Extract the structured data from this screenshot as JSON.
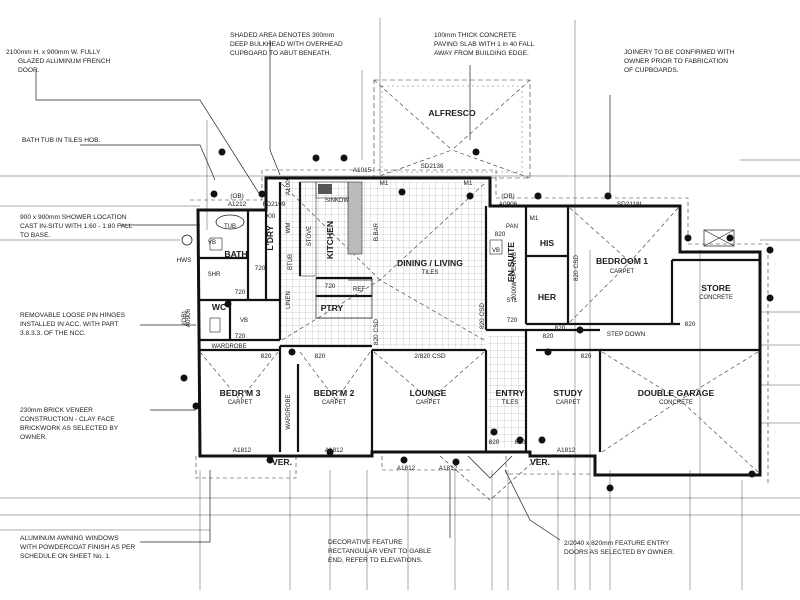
{
  "notes": {
    "french_door": [
      "2100mm H. x 900mm W. FULLY",
      "GLAZED ALUMINUM FRENCH",
      "DOOR."
    ],
    "bulkhead": [
      "SHADED AREA DENOTES 300mm",
      "DEEP BULKHEAD WITH OVERHEAD",
      "CUPBOARD TO ABUT BENEATH."
    ],
    "paving": [
      "100mm THICK CONCRETE",
      "PAVING SLAB WITH 1 in 40 FALL",
      "AWAY FROM BUILDING EDGE."
    ],
    "joinery": [
      "JOINERY TO BE CONFIRMED WITH",
      "OWNER PRIOR TO FABRICATION",
      "OF CUPBOARDS."
    ],
    "bath_tub": [
      "BATH TUB IN TILES HOB."
    ],
    "shower": [
      "900 x 900mm SHOWER LOCATION",
      "CAST IN-SITU WITH 1:60 - 1:80 FALL",
      "TO BASE."
    ],
    "hinges": [
      "REMOVABLE LOOSE PIN HINGES",
      "INSTALLED IN ACC. WITH PART",
      "3.8.3.3. OF THE NCC."
    ],
    "brick": [
      "230mm BRICK VENEER",
      "CONSTRUCTION - CLAY FACE",
      "BRICKWORK AS SELECTED BY",
      "OWNER."
    ],
    "windows": [
      "ALUMINUM AWNING WINDOWS",
      "WITH POWDERCOAT FINISH AS PER",
      "SCHEDULE ON SHEET No. 1."
    ],
    "vent": [
      "DECORATIVE FEATURE",
      "RECTANGULAR VENT TO GABLE",
      "END, REFER TO ELEVATIONS."
    ],
    "entry_doors": [
      "2/2040 x 820mm FEATURE ENTRY",
      "DOORS AS SELECTED BY OWNER."
    ]
  },
  "rooms": {
    "alfresco": "ALFRESCO",
    "bath": "BATH",
    "ldry": "L'DRY",
    "kitchen": "KITCHEN",
    "dining": "DINING / LIVING",
    "dining_sub": "TILES",
    "ensuite": "EN-SUITE",
    "his": "HIS",
    "her": "HER",
    "bedroom1": "BEDROOM 1",
    "bedroom1_sub": "CARPET",
    "store": "STORE",
    "store_sub": "CONCRETE",
    "wc": "WC",
    "ptry": "PTRY",
    "ref": "REF",
    "wardrobe": "WARDROBE",
    "wardrobe2": "WARDROBE",
    "linen": "LINEN",
    "bed3": "BEDR'M 3",
    "bed3_sub": "CARPET",
    "bed2": "BEDR'M 2",
    "bed2_sub": "CARPET",
    "lounge": "LOUNGE",
    "lounge_sub": "CARPET",
    "entry": "ENTRY",
    "entry_sub": "TILES",
    "study": "STUDY",
    "study_sub": "CARPET",
    "garage": "DOUBLE GARAGE",
    "garage_sub": "CONCRETE",
    "ver_left": "VER.",
    "ver_right": "VER."
  },
  "labels": {
    "sd2136": "SD2136",
    "a1015": "A1015",
    "m1a": "M1",
    "m1b": "M1",
    "m1c": "M1",
    "ob1": "(OB)",
    "ob2": "(OB)",
    "ob3": "(OB)",
    "a0906": "A0906",
    "a1212": "A1212",
    "fd2109": "FD2109",
    "a1009": "A1009",
    "sd2118l": "SD2118L",
    "sink": "SINK",
    "dw": "DW",
    "wm": "WM",
    "tub": "TUB",
    "vb1": "VB",
    "vb2": "VB",
    "vb3": "VB",
    "shr": "SHR",
    "pan": "PAN",
    "hws": "HWS",
    "stove": "STOVE",
    "btub": "BTUB",
    "bbar": "B.BAR",
    "a0906b": "A0906",
    "d720a": "720",
    "d720b": "720",
    "d720c": "720",
    "d720d": "720",
    "d720e": "720",
    "d820a": "820",
    "d820b": "820",
    "d820c": "820",
    "d820d": "820",
    "d820e": "820",
    "d820f": "820",
    "d820g": "820",
    "d820h": "820",
    "d820i": "820",
    "d900": "900",
    "d820csd_a": "820 CSD",
    "d820csd_b": "820 CSD",
    "d2820csd": "2/820 CSD",
    "opening": "2000W OPENING",
    "step_down": "STEP DOWN",
    "stl": "STL",
    "a1812a": "A1812",
    "a1812b": "A1812",
    "a1812c": "A1812",
    "a1812d": "A1812",
    "a1812e": "A1812"
  },
  "icons": [
    "room-tag-bullet",
    "floor-tile-grid",
    "paving-slab",
    "entry-steps"
  ]
}
